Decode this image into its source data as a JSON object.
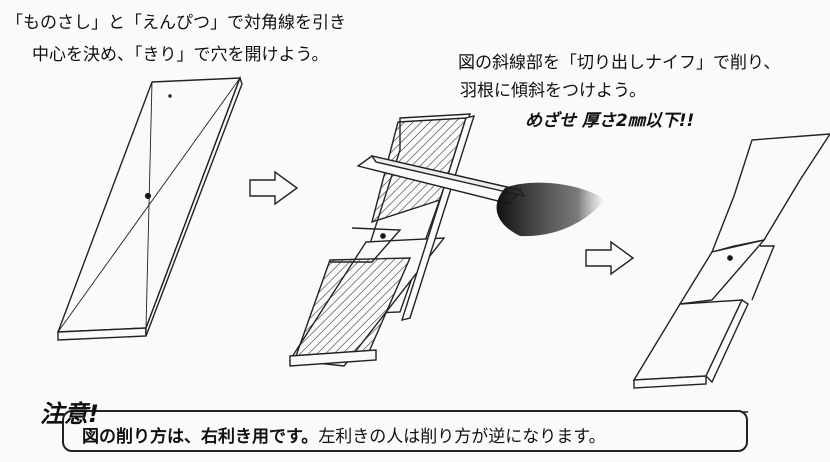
{
  "instructions": {
    "step1_line1": "「ものさし」と「えんぴつ」で対角線を引き",
    "step1_line2": "中心を決め、「きり」で穴を開けよう。",
    "step2_line1": "図の斜線部を「切り出しナイフ」で削り、",
    "step2_line2": "羽根に傾斜をつけよう。",
    "thickness_note": "めざせ 厚さ2㎜以下!!"
  },
  "caution": {
    "title": "注意!",
    "text_bold": "図の削り方は、右利き用です。",
    "text_normal": "左利きの人は削り方が逆になります。"
  }
}
